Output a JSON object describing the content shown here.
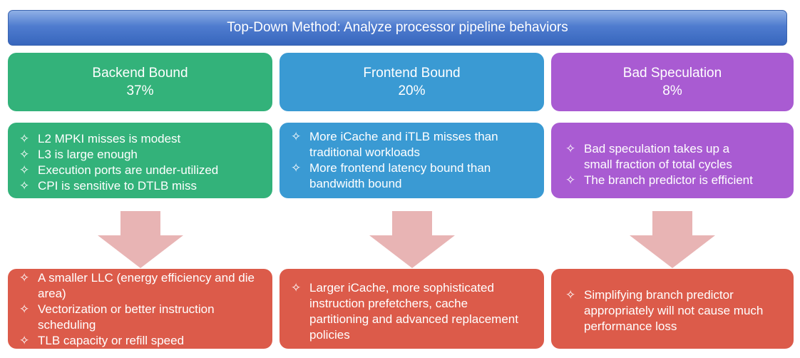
{
  "title": "Top-Down Method: Analyze processor pipeline behaviors",
  "bullet": "✧",
  "colors": {
    "banner": "#4f7ccf",
    "backend": "#33b27a",
    "frontend": "#3a9ad3",
    "speculation": "#a95bd2",
    "recommendation": "#dc5b4a",
    "arrow": "#e8b4b4"
  },
  "columns": [
    {
      "name": "Backend Bound",
      "percent": "37%",
      "findings": [
        "L2 MPKI misses is modest",
        "L3 is large enough",
        "Execution ports are under-utilized",
        "CPI is sensitive to DTLB miss"
      ],
      "recommendations": [
        "A smaller LLC (energy efficiency and die area)",
        "Vectorization or better instruction scheduling",
        "TLB capacity or refill speed"
      ]
    },
    {
      "name": "Frontend Bound",
      "percent": "20%",
      "findings": [
        "More iCache and iTLB misses than traditional workloads",
        "More frontend latency bound than bandwidth bound"
      ],
      "recommendations": [
        "Larger iCache, more sophisticated instruction prefetchers, cache partitioning and advanced replacement policies"
      ]
    },
    {
      "name": "Bad Speculation",
      "percent": "8%",
      "findings": [
        "Bad speculation takes up a small fraction of total cycles",
        "The branch predictor is efficient"
      ],
      "recommendations": [
        "Simplifying branch predictor appropriately will not cause much performance loss"
      ]
    }
  ]
}
